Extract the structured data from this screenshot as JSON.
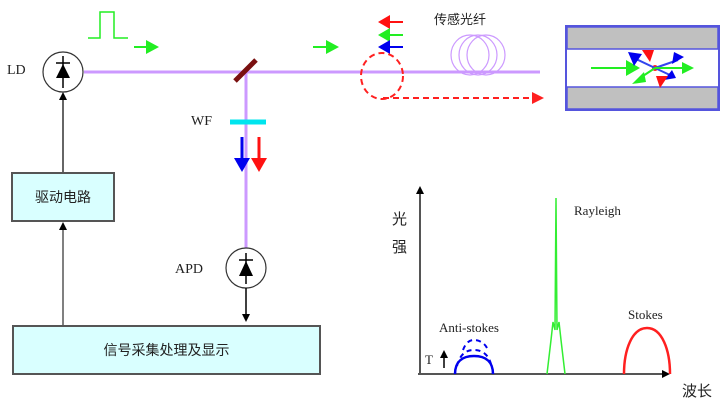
{
  "labels": {
    "ld": "LD",
    "wf": "WF",
    "apd": "APD",
    "sensing_fiber": "传感光纤",
    "driver_circuit": "驱动电路",
    "signal_processing": "信号采集处理及显示"
  },
  "spectrum": {
    "y_axis_label": "光强",
    "x_axis_label": "波长",
    "temperature_label": "T",
    "peaks": [
      {
        "name": "Anti-stokes",
        "color": "#0000ff"
      },
      {
        "name": "Rayleigh",
        "color": "#33ee33"
      },
      {
        "name": "Stokes",
        "color": "#ff2020"
      }
    ]
  },
  "colors": {
    "fiber": "#cc99ff",
    "pump": "#22ee22",
    "stokes": "#ff1111",
    "anti_stokes": "#0000ee",
    "mirror": "#7a1010",
    "filter": "#00e5ee",
    "box_fill": "#d9ffff",
    "cladding": "#c0c0c0",
    "core_border": "#5555dd"
  }
}
